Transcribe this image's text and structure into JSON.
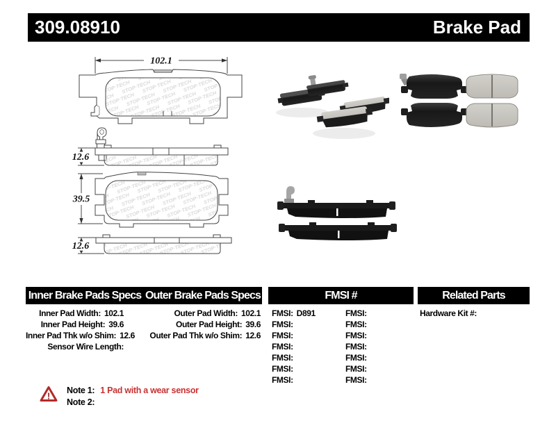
{
  "header": {
    "part_number": "309.08910",
    "product_type": "Brake Pad"
  },
  "drawings": {
    "watermark": "STOPTECH",
    "dims": {
      "pad_width": "102.1",
      "pad_thickness_top": "12.6",
      "pad_height": "39.5",
      "pad_thickness_bottom": "12.6"
    }
  },
  "specs_table": {
    "inner": {
      "header": "Inner Brake Pads Specs",
      "rows": [
        {
          "label": "Inner Pad Width:",
          "value": "102.1"
        },
        {
          "label": "Inner Pad Height:",
          "value": "39.6"
        },
        {
          "label": "Inner Pad Thk w/o Shim:",
          "value": "12.6"
        },
        {
          "label": "Sensor Wire Length:",
          "value": ""
        }
      ]
    },
    "outer": {
      "header": "Outer Brake Pads Specs",
      "rows": [
        {
          "label": "Outer Pad Width:",
          "value": "102.1"
        },
        {
          "label": "Outer Pad Height:",
          "value": "39.6"
        },
        {
          "label": "Outer Pad Thk w/o Shim:",
          "value": "12.6"
        }
      ]
    },
    "fmsi": {
      "header": "FMSI #",
      "col1": [
        {
          "label": "FMSI:",
          "value": "D891"
        },
        {
          "label": "FMSI:",
          "value": ""
        },
        {
          "label": "FMSI:",
          "value": ""
        },
        {
          "label": "FMSI:",
          "value": ""
        },
        {
          "label": "FMSI:",
          "value": ""
        },
        {
          "label": "FMSI:",
          "value": ""
        },
        {
          "label": "FMSI:",
          "value": ""
        }
      ],
      "col2": [
        {
          "label": "FMSI:",
          "value": ""
        },
        {
          "label": "FMSI:",
          "value": ""
        },
        {
          "label": "FMSI:",
          "value": ""
        },
        {
          "label": "FMSI:",
          "value": ""
        },
        {
          "label": "FMSI:",
          "value": ""
        },
        {
          "label": "FMSI:",
          "value": ""
        },
        {
          "label": "FMSI:",
          "value": ""
        }
      ]
    },
    "related": {
      "header": "Related Parts",
      "rows": [
        {
          "label": "Hardware Kit #:",
          "value": ""
        }
      ]
    }
  },
  "notes": {
    "note1_label": "Note 1:",
    "note1_text": "1 Pad with a wear sensor",
    "note2_label": "Note 2:",
    "note2_text": ""
  },
  "colors": {
    "accent_red": "#c83232",
    "bar_black": "#000000"
  }
}
